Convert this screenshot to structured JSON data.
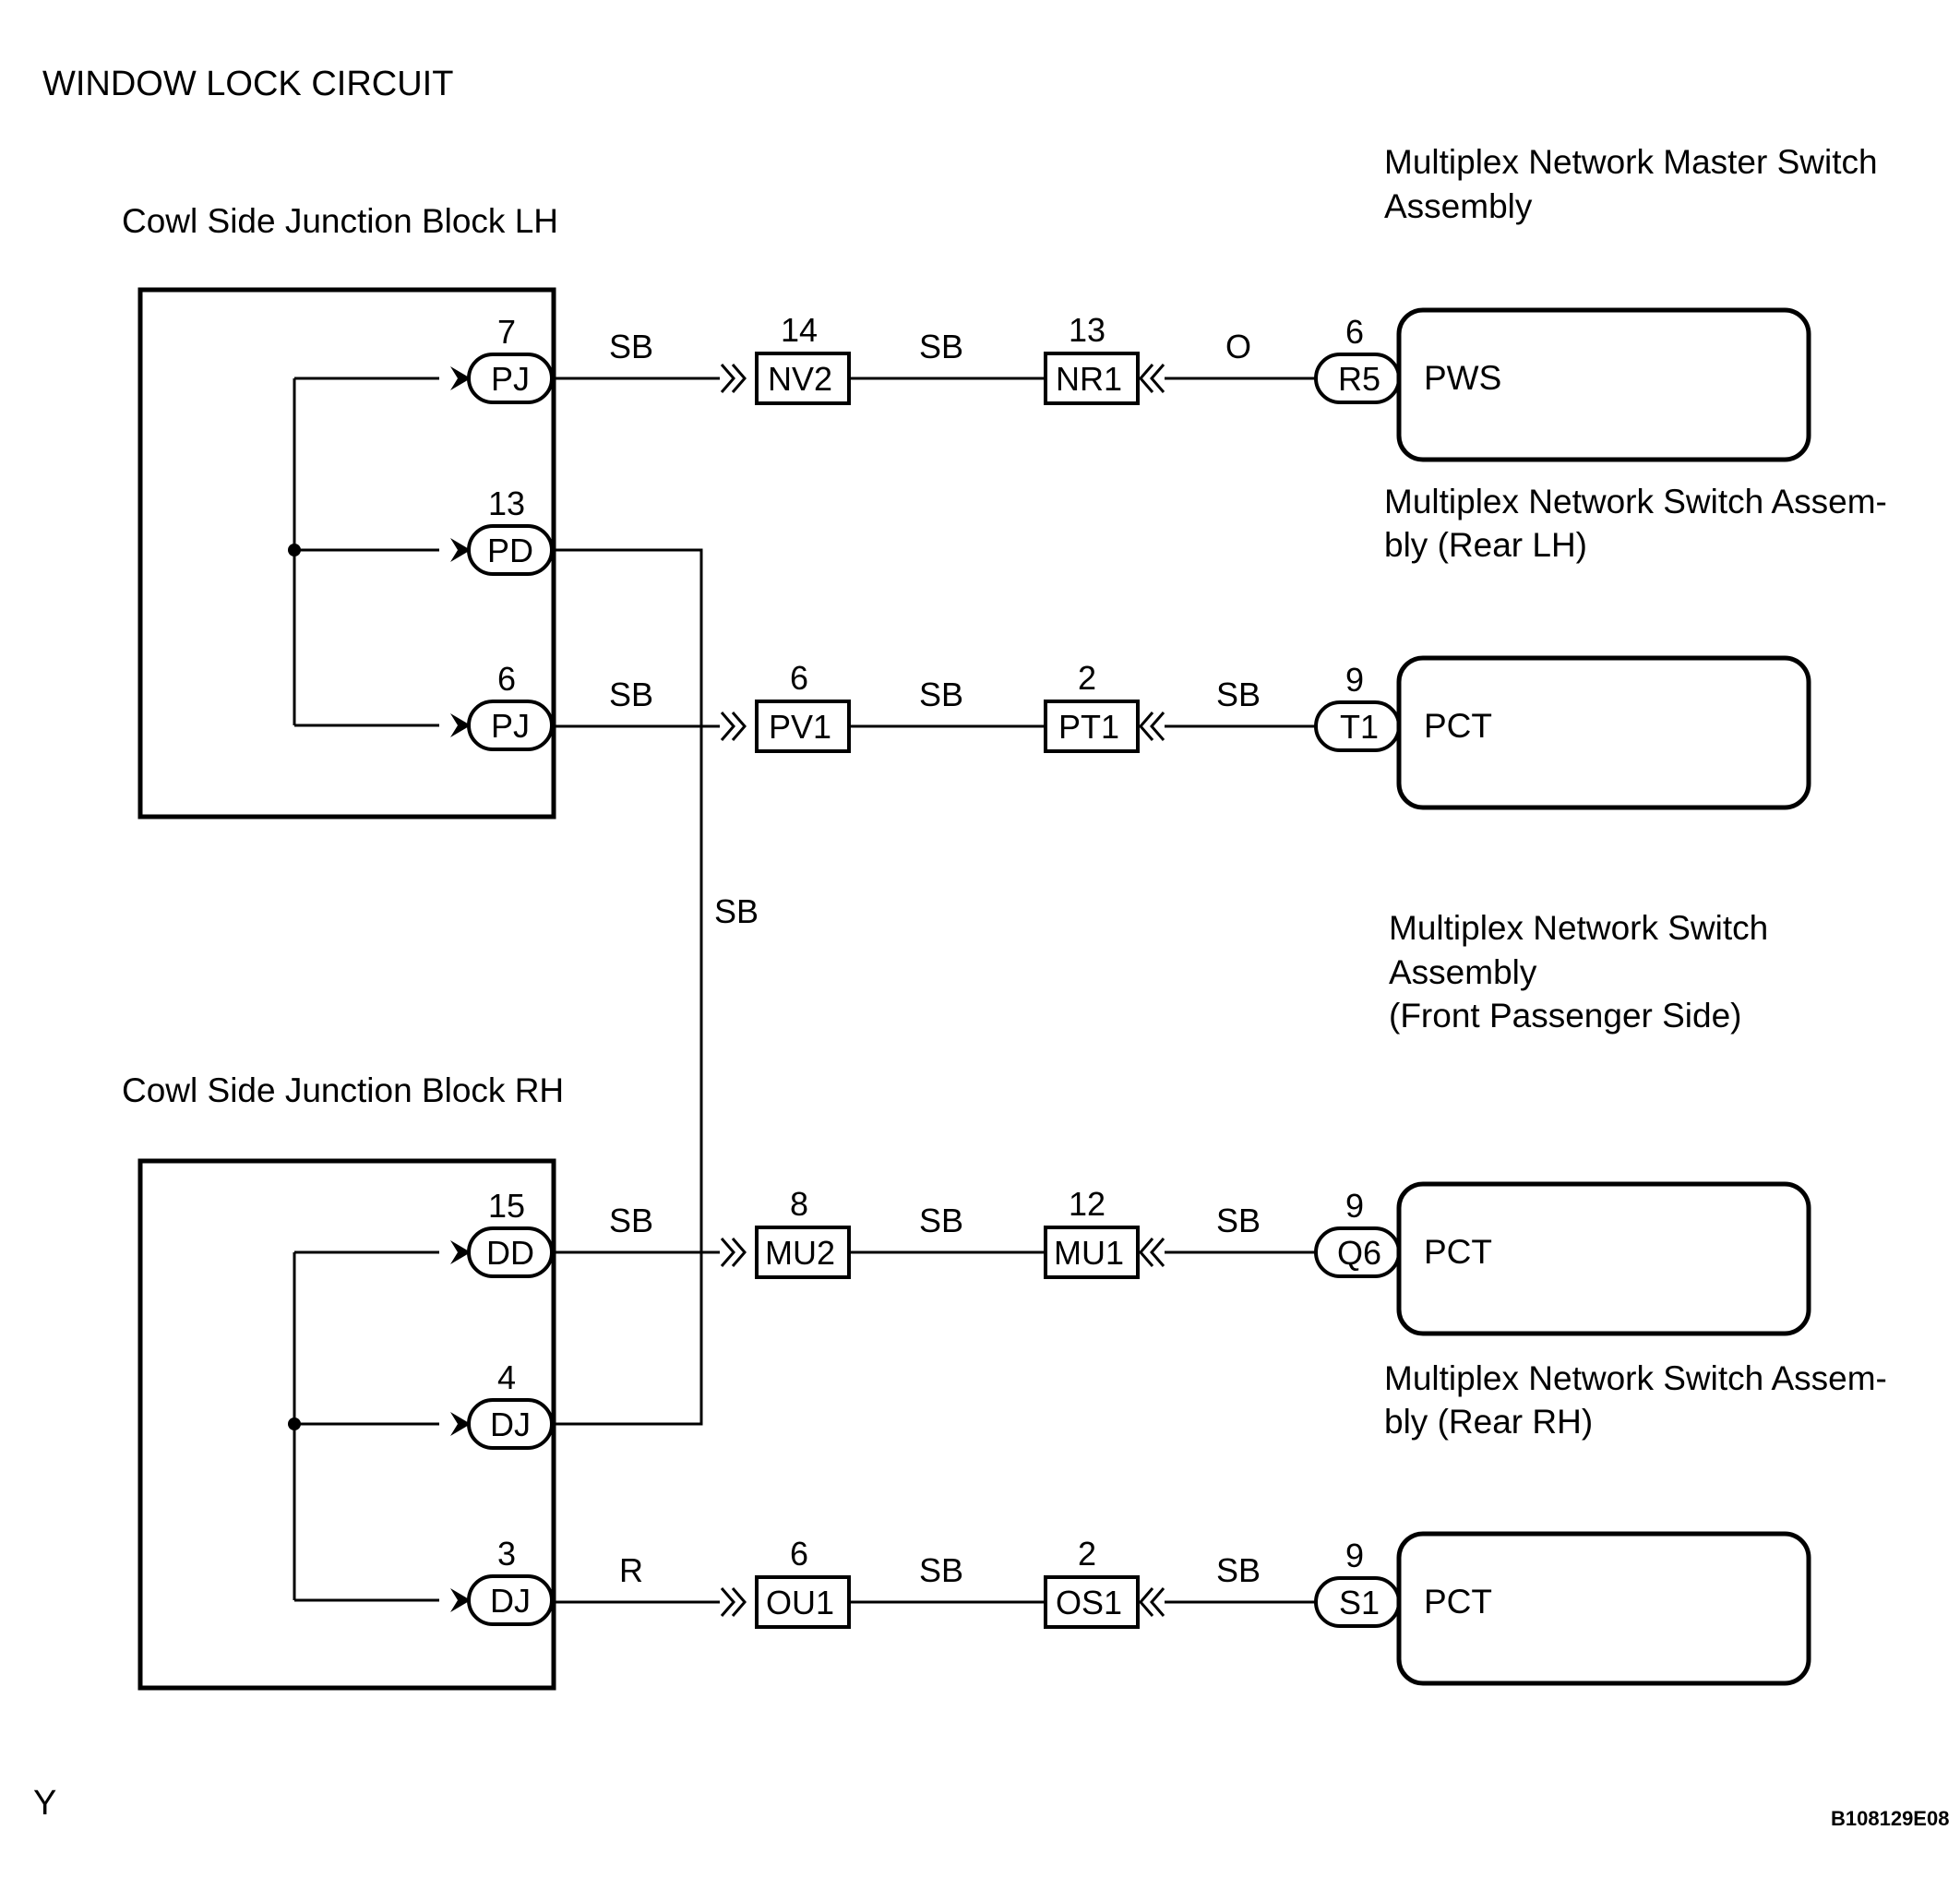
{
  "title": "WINDOW LOCK CIRCUIT",
  "junction_blocks": {
    "lh": {
      "label": "Cowl Side Junction Block LH",
      "pins": [
        {
          "num": "7",
          "code": "PJ"
        },
        {
          "num": "13",
          "code": "PD"
        },
        {
          "num": "6",
          "code": "PJ"
        }
      ]
    },
    "rh": {
      "label": "Cowl Side Junction Block RH",
      "pins": [
        {
          "num": "15",
          "code": "DD"
        },
        {
          "num": "4",
          "code": "DJ"
        },
        {
          "num": "3",
          "code": "DJ"
        }
      ]
    }
  },
  "crossover_wire_color": "SB",
  "rows": [
    {
      "wire1": "SB",
      "c1_num": "14",
      "c1_code": "NV2",
      "wire2": "SB",
      "c2_num": "13",
      "c2_code": "NR1",
      "wire3": "O",
      "c3_num": "6",
      "c3_code": "R5",
      "terminal": "PWS"
    },
    {
      "wire1": "SB",
      "c1_num": "6",
      "c1_code": "PV1",
      "wire2": "SB",
      "c2_num": "2",
      "c2_code": "PT1",
      "wire3": "SB",
      "c3_num": "9",
      "c3_code": "T1",
      "terminal": "PCT"
    },
    {
      "wire1": "SB",
      "c1_num": "8",
      "c1_code": "MU2",
      "wire2": "SB",
      "c2_num": "12",
      "c2_code": "MU1",
      "wire3": "SB",
      "c3_num": "9",
      "c3_code": "Q6",
      "terminal": "PCT"
    },
    {
      "wire1": "R",
      "c1_num": "6",
      "c1_code": "OU1",
      "wire2": "SB",
      "c2_num": "2",
      "c2_code": "OS1",
      "wire3": "SB",
      "c3_num": "9",
      "c3_code": "S1",
      "terminal": "PCT"
    }
  ],
  "components": [
    [
      "Multiplex Network Master Switch",
      "Assembly"
    ],
    [
      "Multiplex Network Switch Assem-",
      "bly (Rear LH)"
    ],
    [
      "Multiplex Network Switch",
      "Assembly",
      "(Front Passenger Side)"
    ],
    [
      "Multiplex Network Switch Assem-",
      "bly (Rear RH)"
    ]
  ],
  "footer": {
    "corner": "Y",
    "code": "B108129E08"
  }
}
